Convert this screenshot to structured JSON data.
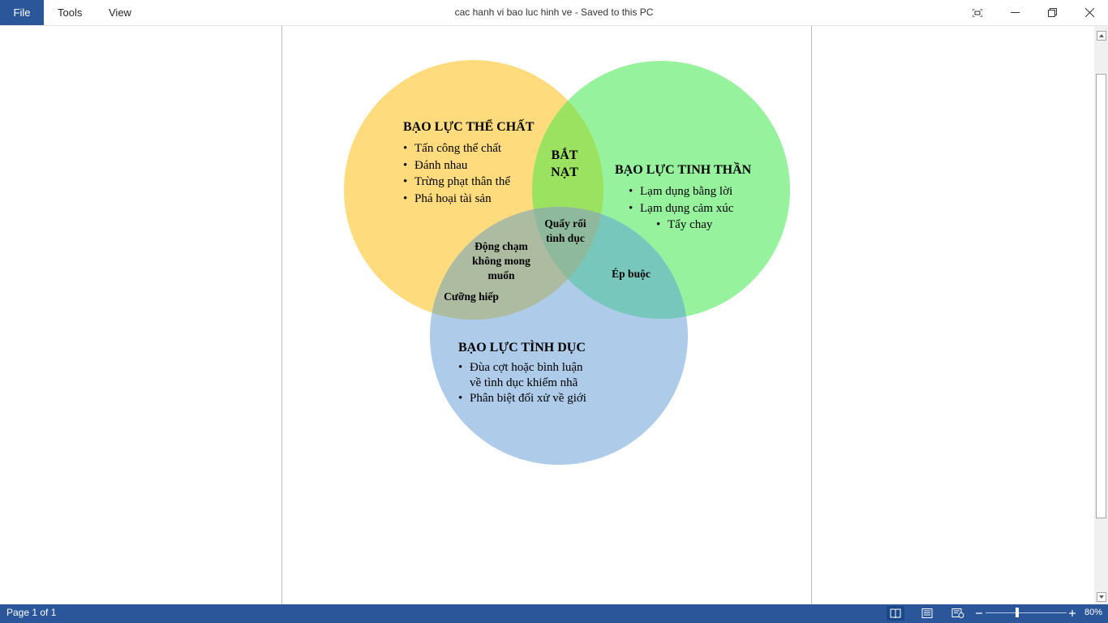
{
  "titlebar": {
    "file_label": "File",
    "menus": [
      "Tools",
      "View"
    ],
    "title": "cac hanh vi bao luc hinh ve  -  Saved to this PC"
  },
  "venn": {
    "physical": {
      "title": "BẠO LỰC THỂ CHẤT",
      "items": [
        "Tấn công thể chất",
        "Đánh nhau",
        "Trừng phạt thân thể",
        "Phá hoại tài sản"
      ],
      "color": "#fedb7d"
    },
    "mental": {
      "title": "BẠO LỰC TINH THẦN",
      "items": [
        "Lạm dụng bằng lời",
        "Lạm dụng cảm xúc",
        "Tẩy chay"
      ],
      "color": "#97f29d"
    },
    "sexual": {
      "title": "BẠO LỰC TÌNH DỤC",
      "items": [
        "Đùa cợt hoặc bình luận",
        "về tình dục khiếm nhã",
        "Phân biệt đối xử về giới"
      ],
      "color": "#aecbe9"
    },
    "overlaps": {
      "physical_mental_1": "BẮT",
      "physical_mental_2": "NẠT",
      "all_three_1": "Quấy rối",
      "all_three_2": "tình dục",
      "physical_sexual_1": "Động chạm",
      "physical_sexual_2": "không mong",
      "physical_sexual_3": "muốn",
      "physical_sexual_4": "Cưỡng hiếp",
      "mental_sexual": "Ép buộc"
    }
  },
  "statusbar": {
    "page_count": "Page 1 of 1",
    "zoom": "80%",
    "accent": "#2b579a"
  }
}
